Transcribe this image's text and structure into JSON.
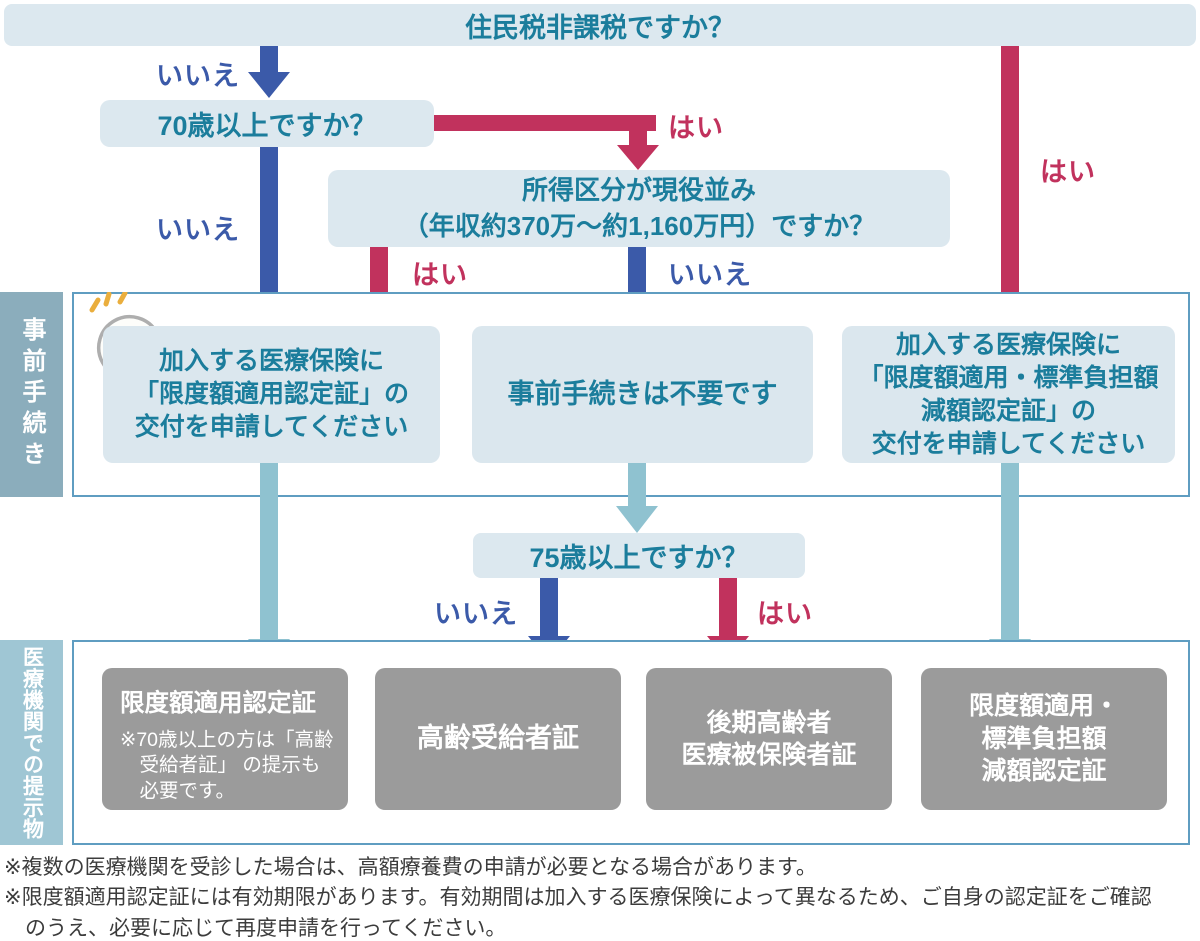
{
  "labels": {
    "yes": "はい",
    "no": "いいえ"
  },
  "questions": {
    "residence_tax": "住民税非課税ですか？",
    "age_70": "70歳以上ですか？",
    "income_bracket": "所得区分が現役並み\n（年収約370万～約1,160万円）ですか？",
    "age_75": "75歳以上ですか？"
  },
  "bands": {
    "pre_procedure": {
      "title": "事前手続き",
      "apply_gendogaku": "加入する医療保険に\n「限度額適用認定証」の\n交付を申請してください",
      "not_required": "事前手続きは不要です",
      "apply_gengaku": "加入する医療保険に\n「限度額適用・標準負担額\n減額認定証」の\n交付を申請してください"
    },
    "presentation": {
      "title": "医療機関での提示物",
      "gendogaku_cert_title": "限度額適用認定証",
      "gendogaku_cert_note": "※70歳以上の方は「高齢\n受給者証」 の提示も\n必要です。",
      "korei_jukyusha": "高齢受給者証",
      "kouki_koureisha": "後期高齢者\n医療被保険者証",
      "gengaku_cert": "限度額適用・\n標準負担額\n減額認定証"
    }
  },
  "footnotes": {
    "note1": "※複数の医療機関を受診した場合は、高額療養費の申請が必要となる場合があります。",
    "note2": "※限度額適用認定証には有効期限があります。有効期間は加入する医療保険によって異なるため、ご自身の認定証をご確認\nのうえ、必要に応じて再度申請を行ってください。"
  },
  "colors": {
    "teal_text": "#1b7d9c",
    "blue_arrow": "#3b5aa9",
    "red_arrow": "#c1325d",
    "teal_arrow": "#8fc2d0",
    "box_bg": "#dce8ef",
    "band_border": "#5f9dc1",
    "sidebar_pre": "#8badbc",
    "sidebar_present": "#9fc6d4",
    "gray_box": "#9b9b9b"
  }
}
